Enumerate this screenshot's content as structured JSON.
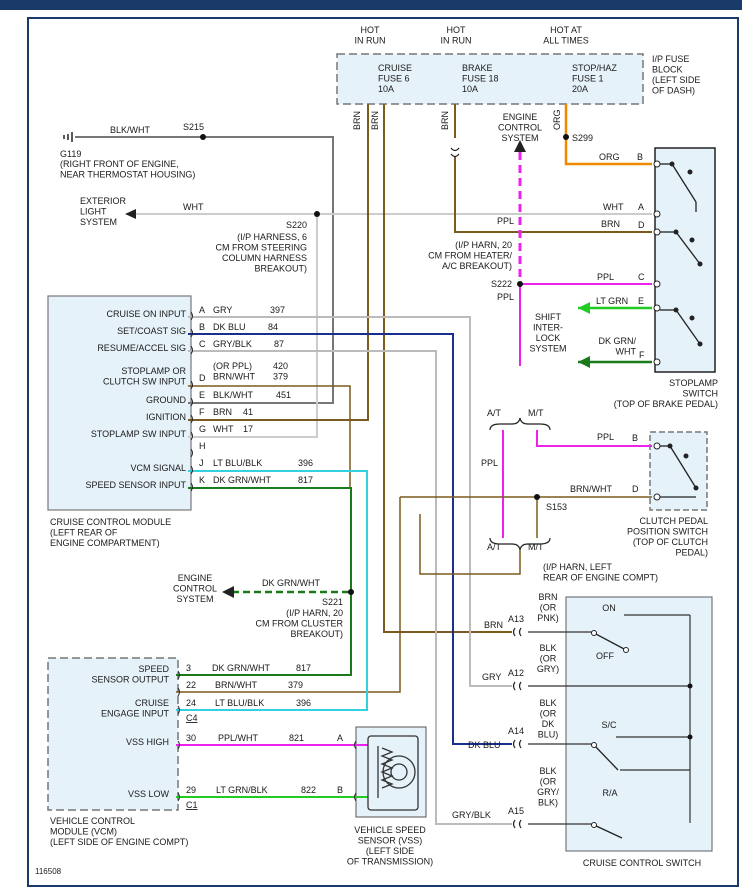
{
  "fuse_block": {
    "headers": [
      "HOT\nIN RUN",
      "HOT\nIN RUN",
      "HOT AT\nALL TIMES"
    ],
    "fuses": [
      "CRUISE\nFUSE 6\n10A",
      "BRAKE\nFUSE 18\n10A",
      "STOP/HAZ\nFUSE 1\n20A"
    ],
    "title": "I/P FUSE\nBLOCK\n(LEFT SIDE\nOF DASH)"
  },
  "ground": {
    "wire": "BLK/WHT",
    "splice": "S215",
    "name": "G119",
    "desc": "(RIGHT FRONT OF ENGINE,\nNEAR THERMOSTAT HOUSING)"
  },
  "exterior_light": {
    "label": "EXTERIOR\nLIGHT\nSYSTEM",
    "wire": "WHT",
    "splice": "S220",
    "desc": "(I/P HARNESS, 6\nCM FROM STEERING\nCOLUMN HARNESS\nBREAKOUT)"
  },
  "ecs_top": {
    "label": "ENGINE\nCONTROL\nSYSTEM",
    "desc": "(I/P HARN, 20\nCM FROM HEATER/\nA/C BREAKOUT)",
    "splice": "S222",
    "ppl": "PPL",
    "s299": "S299"
  },
  "wire_labels": {
    "brn1": "BRN",
    "brn2": "BRN",
    "brn3": "BRN",
    "org": "ORG",
    "org_b": "ORG",
    "wht_a": "WHT",
    "brn_d": "BRN",
    "ppl_top": "PPL",
    "ppl_c": "PPL",
    "ppl_mid": "PPL",
    "ppl_b": "PPL",
    "brnwht_d": "BRN/WHT"
  },
  "pins_right": {
    "b_org": "B",
    "a_wht": "A",
    "d_brn": "D",
    "c_ppl": "C",
    "e_ltgrn": "E",
    "f_dkgrn": "F",
    "b_ppl": "B",
    "d_brnwht": "D"
  },
  "shift_interlock": {
    "label": "SHIFT\nINTER-\nLOCK\nSYSTEM",
    "w1": "LT GRN",
    "w2": "DK GRN/\nWHT"
  },
  "stoplamp_switch": {
    "label": "STOPLAMP\nSWITCH\n(TOP OF BRAKE PEDAL)"
  },
  "ccm": {
    "inputs": [
      "CRUISE ON INPUT",
      "SET/COAST SIG",
      "RESUME/ACCEL SIG",
      "STOPLAMP OR\nCLUTCH SW INPUT",
      "GROUND",
      "IGNITION",
      "STOPLAMP SW INPUT",
      "VCM SIGNAL",
      "SPEED SENSOR INPUT"
    ],
    "pins": [
      "A",
      "B",
      "C",
      "D",
      "E",
      "F",
      "G",
      "H",
      "J",
      "K"
    ],
    "wires": [
      "GRY",
      "DK BLU",
      "GRY/BLK",
      "(OR PPL)\nBRN/WHT",
      "BLK/WHT",
      "BRN",
      "WHT",
      "",
      "LT BLU/BLK",
      "DK GRN/WHT"
    ],
    "circuits": [
      "397",
      "84",
      "87",
      "420\n379",
      "451",
      "41",
      "17",
      "",
      "396",
      "817"
    ],
    "title": "CRUISE CONTROL MODULE\n(LEFT REAR OF\nENGINE COMPARTMENT)"
  },
  "transmission": {
    "at1": "A/T",
    "mt1": "M/T",
    "at2": "A/T",
    "mt2": "M/T",
    "s153": "S153",
    "desc": "(I/P HARN, LEFT\nREAR OF ENGINE COMPT)"
  },
  "clutch_switch": {
    "label": "CLUTCH PEDAL\nPOSITION SWITCH\n(TOP OF CLUTCH\nPEDAL)"
  },
  "ecs_bottom": {
    "label": "ENGINE\nCONTROL\nSYSTEM",
    "wire": "DK GRN/WHT",
    "splice": "S221",
    "desc": "(I/P HARN, 20\nCM FROM CLUSTER\nBREAKOUT)"
  },
  "vcm": {
    "rows": [
      "SPEED\nSENSOR OUTPUT",
      "",
      "CRUISE\nENGAGE INPUT",
      "VSS HIGH",
      "VSS LOW"
    ],
    "pins": [
      "3",
      "22",
      "24",
      "30",
      "29"
    ],
    "wires": [
      "DK GRN/WHT",
      "BRN/WHT",
      "LT BLU/BLK",
      "PPL/WHT",
      "LT GRN/BLK"
    ],
    "circuits": [
      "817",
      "379",
      "396",
      "821",
      "822"
    ],
    "c4": "C4",
    "c1": "C1",
    "title": "VEHICLE CONTROL\nMODULE (VCM)\n(LEFT SIDE OF ENGINE COMPT)"
  },
  "vss": {
    "pin_a": "A",
    "pin_b": "B",
    "title": "VEHICLE SPEED\nSENSOR (VSS)\n(LEFT SIDE\nOF TRANSMISSION)"
  },
  "cruise_switch": {
    "conns": [
      "A13",
      "A12",
      "A14",
      "A15"
    ],
    "left_wires": [
      "BRN",
      "GRY",
      "DK BLU",
      "GRY/BLK"
    ],
    "right_wires": [
      "BRN\n(OR\nPNK)",
      "BLK\n(OR\nGRY)",
      "BLK\n(OR\nDK\nBLU)",
      "BLK\n(OR\nGRY/\nBLK)"
    ],
    "positions": [
      "ON",
      "OFF",
      "S/C",
      "R/A"
    ],
    "title": "CRUISE CONTROL SWITCH"
  },
  "figure_number": "116508",
  "colors": {
    "frame_blue": "#1a3a6a",
    "brown": "#7a5a1e",
    "orange": "#ee8a00",
    "magenta": "#ee22ee",
    "gray": "#bbbbbb",
    "dark_blue": "#1a2e90",
    "dark_green": "#1a7a1a",
    "cyan": "#33d0e0",
    "light_green": "#22cc22",
    "box_fill": "#e6f2fa"
  }
}
